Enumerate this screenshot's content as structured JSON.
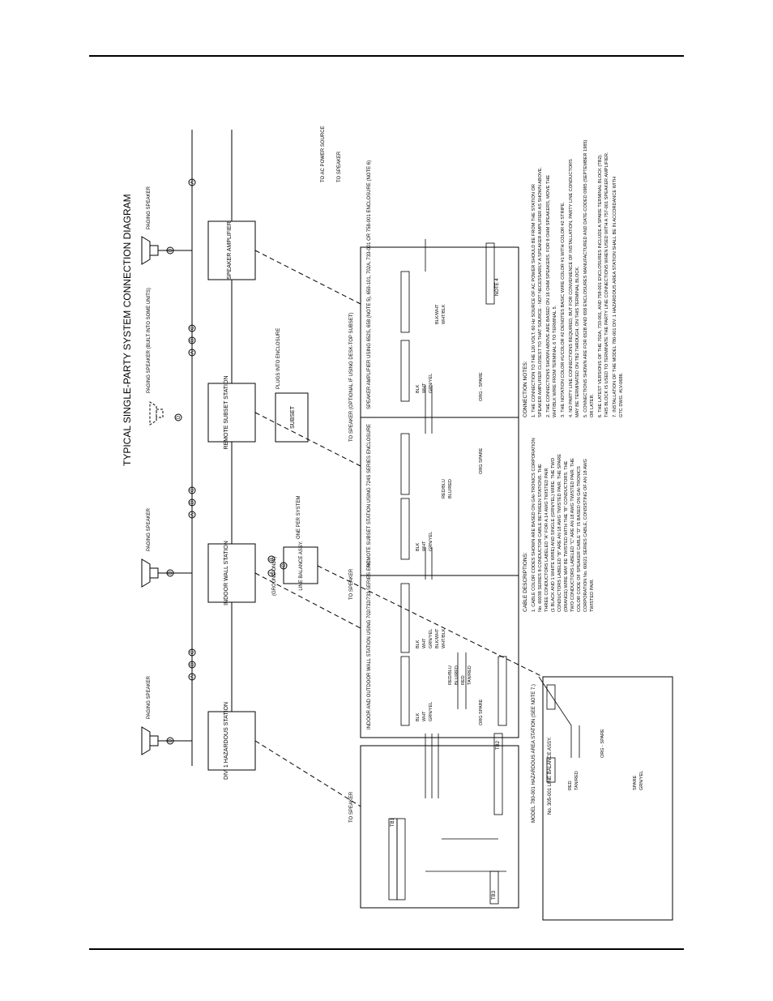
{
  "diagram": {
    "title": "TYPICAL SINGLE-PARTY SYSTEM CONNECTION DIAGRAM",
    "stations": [
      {
        "id": "div1",
        "label": "DIV. 1 HAZARDOUS STATION"
      },
      {
        "id": "indoor",
        "label": "INDOOR WALL STATION"
      },
      {
        "id": "remote",
        "label": "REMOTE SUBSET STATION"
      },
      {
        "id": "amp",
        "label": "SPEAKER AMPLIFIER"
      }
    ],
    "paging_speaker_label": "PAGING SPEAKER",
    "paging_speaker_builtin": "PAGING SPEAKER (BUILT INTO SOME UNITS)",
    "subset_label": "SUBSET",
    "plugs_label": "PLUGS INTO ENCLOSURE",
    "line_balance_label": "LINE BALANCE ASSY.",
    "one_per_system": "ONE PER SYSTEM",
    "ground_only": "(GROUND ONLY)",
    "to_speaker": "TO SPEAKER",
    "to_ac_power": "TO AC POWER SOURCE",
    "to_speaker_optional": "TO SPEAKER (OPTIONAL IF USING DESK-TOP SUBSET)",
    "cable_labels": [
      "A",
      "B",
      "C",
      "D"
    ],
    "enclosures": {
      "hazardous": "MODEL 780-001 HAZARDOUS AREA STATION (SEE NOTE 7.)",
      "wall": "INDOOR AND OUTDOOR WALL STATION USING 702/732/733 SERIES ENC.",
      "subset": "REMOTE SUBSET STATION USING 724S SERIES ENCLOSURE",
      "amplifier": "SPEAKER AMPLIFIER USING 652S, 658 (NOTE 5), 659-101, 702A, 733-001 OR 758-001 ENCLOSURE (NOTE 6)",
      "line_balance": "No. 305-001 LINE BALANCE ASSY.",
      "note4": "NOTE 4"
    },
    "terminal_blocks": {
      "tb1": "TB1",
      "tb2": "TB2",
      "tb3": "TB3"
    },
    "wire_colors": {
      "red": "RED",
      "tan_red": "TAN/RED",
      "blk": "BLK",
      "wht": "WHT",
      "grn_yel": "GRN/YEL",
      "blk_wht": "BLK/WHT",
      "wht_blk": "WHT/BLK",
      "red_blu": "RED/BLU",
      "blu_red": "BLU/RED",
      "org": "ORG",
      "org_spare": "ORG SPARE",
      "spare": "SPARE",
      "grn_yel_short": "GRN/YEL",
      "org_spare_line": "ORG - SPARE"
    },
    "cable_descriptions_title": "CABLE DESCRIPTIONS:",
    "cable_descriptions": [
      "1. CABLE COLOR CODES SHOWN ARE BASED ON GAI-TRONICS CORPORATION",
      "No. 60038 SERIES 8-CONDUCTOR CABLE BETWEEN STATIONS. THE",
      "THREE CONDUCTORS LABELED \"A\" FOR A 14 AWG TWISTED PAIR",
      "(1 BLACK AND 1 WHITE WIRE) AND SINGLE (GRN/YEL) WIRE. THE TWO",
      "CONDUCTORS LABELED \"B\" ARE AN 18 AWG TWISTED PAIR. THE SPARE",
      "(ORANGE) WIRE MAY BE TWISTED WITH THE \"B\" CONDUCTORS. THE",
      "TWO CONDUCTORS LABELED \"C\" ARE AN 18 AWG TWISTED PAIR. THE",
      "COLOR CODE OF SPEAKER CABLE \"D\" IS BASED ON GAI-TRONICS",
      "CORPORATION No. 60021 SERIES CABLE, CONSISTING OF AN 18 AWG",
      "TWISTED PAIR."
    ],
    "connection_notes_title": "CONNECTION NOTES:",
    "connection_notes": [
      "1. THE CONNECTION TO THE 120 VOLT, 60 Hz SOURCE OF AC POWER SHOULD BE FROM THE STATION OR",
      "   SPEAKER AMPLIFIER CLOSEST TO THAT SOURCE - NOT NECESSARILY A SPEAKER AMPLIFIER AS SHOWN ABOVE.",
      "2. THE CONNECTIONS SHOWN ABOVE ARE BASED ON 16 OHM SPEAKERS. FOR 8 OHM SPEAKERS, MOVE THE",
      "   WHT/BLK WIRE FROM TERMINAL 6 TO TERMINAL 5.",
      "3. THE NOTATION COLOR #1/COLOR #2 DENOTES BASIC WIRE COLOR #1 WITH COLOR #2 STRIPE.",
      "4. NO PARTY LINE CONNECTIONS REQUIRED, BUT FOR CONVENIENCE OF INSTALLATION, PARTY LINE CONDUCTORS",
      "   MAY BE TERMINATED ON TB2 THROUGH, ON THIS TERMINAL BLOCK.",
      "5. CONNECTIONS SHOWN ARE FOR 652B AND 658 ENCLOSURES MANUFACTURED AND DATE-CODED 0985 (SEPTEMBER 1985)",
      "   OR LATER.",
      "6. THE LATEST VERSIONS OF THE 702A, 733-001, AND 758-001 ENCLOSURES INCLUDE A SPARE TERMINAL BLOCK (TB2).",
      "   THIS BLOCK IS USED TO TERMINATE THE PARTY LINE CONNECTIONS WHEN USED WITH A 757-001 SPEAKER AMPLIFIER.",
      "7. INSTALLATION OF THE MODEL 780-001 DIV. 1 HAZARDOUS AREA STATION SHALL BE IN ACCORDANCE WITH",
      "   GTC DWG. #LV-0686."
    ]
  }
}
